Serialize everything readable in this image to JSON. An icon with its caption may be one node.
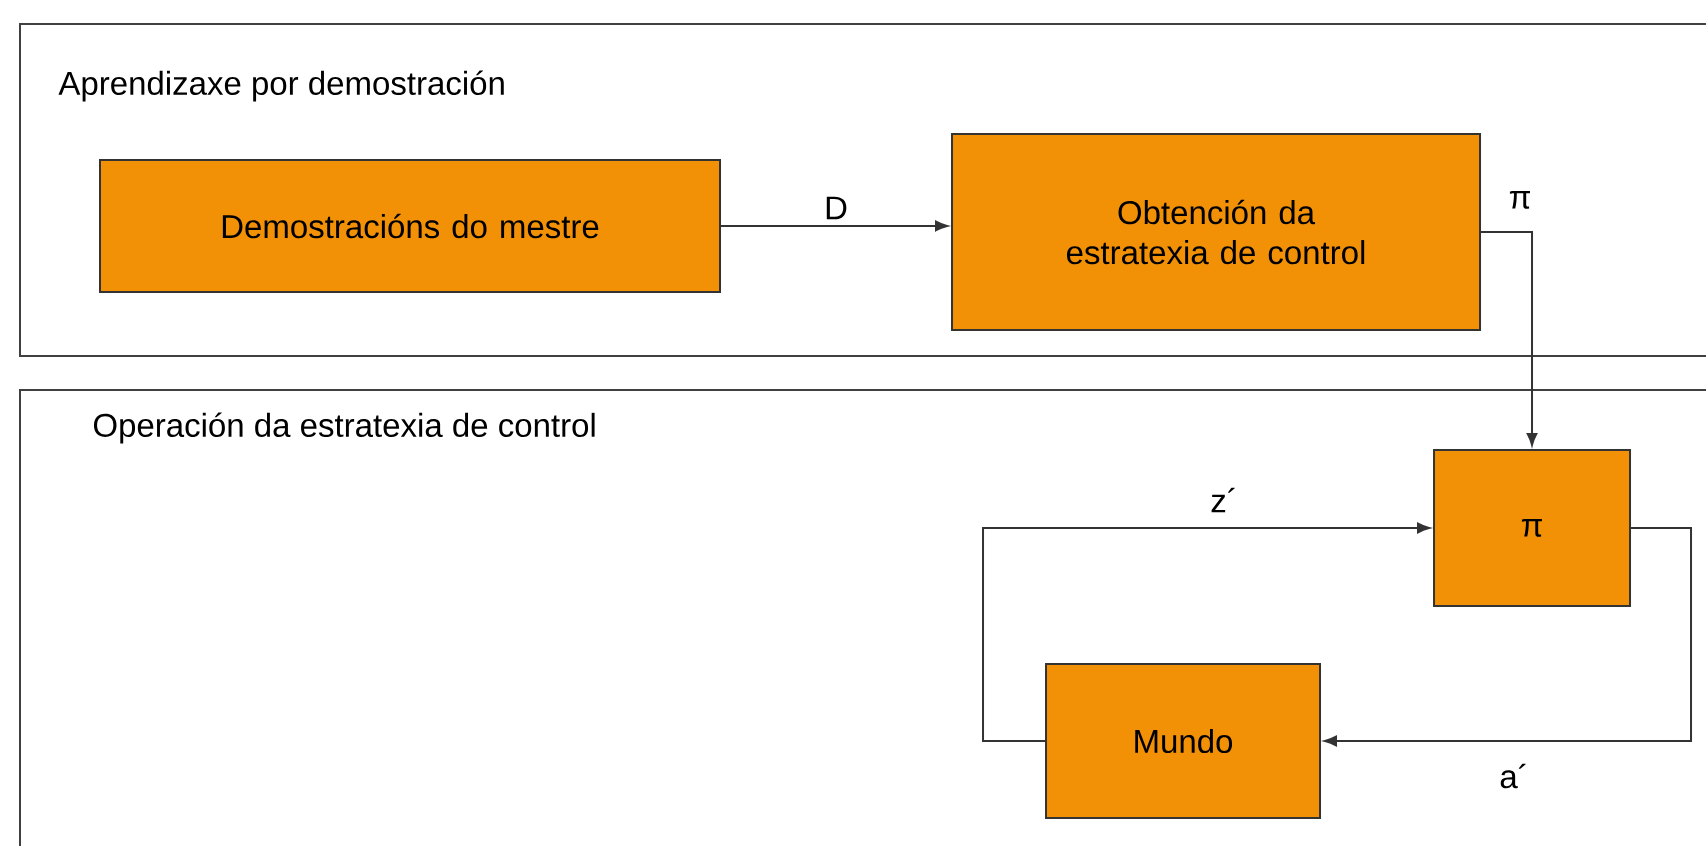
{
  "diagram": {
    "nodes": [
      {
        "text": [
          "Aprendizaxe por demostración"
        ]
      },
      {
        "text": [
          "Demostracións do mestre"
        ],
        "in": 0
      },
      {
        "text": [
          "Obtención da estratexia de control"
        ],
        "in": 0
      },
      {
        "text": [
          "Operación da estratexia de control"
        ]
      },
      {
        "text": [
          "π"
        ],
        "in": 3
      },
      {
        "text": [
          "Mundo"
        ],
        "in": 3
      }
    ],
    "edges": [
      {
        "from": 1,
        "to": 2,
        "arrow": "to",
        "label": "D"
      },
      {
        "from": 2,
        "to": 4,
        "arrow": "to",
        "label": "π"
      },
      {
        "from": 4,
        "to": 5,
        "arrow": "to",
        "label": "a´"
      },
      {
        "from": 5,
        "to": 4,
        "arrow": "to",
        "label": "z´"
      }
    ]
  }
}
